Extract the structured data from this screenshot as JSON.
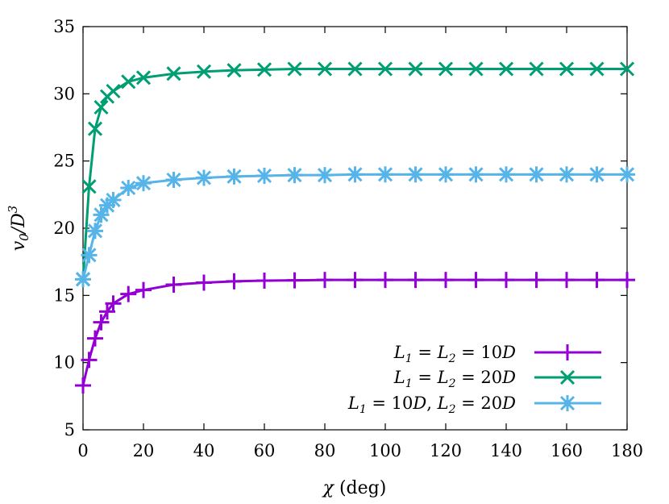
{
  "chart_data": {
    "type": "line",
    "xlabel": "χ (deg)",
    "ylabel": "v0/D3",
    "xlim": [
      0,
      180
    ],
    "ylim": [
      5,
      35
    ],
    "xticks": [
      0,
      20,
      40,
      60,
      80,
      100,
      120,
      140,
      160,
      180
    ],
    "yticks": [
      5,
      10,
      15,
      20,
      25,
      30,
      35
    ],
    "grid": false,
    "legend_position": "bottom-right",
    "series": [
      {
        "name": "L1 = L2 = 10D",
        "color": "#9400d3",
        "marker": "plus",
        "x": [
          0,
          2,
          4,
          6,
          8,
          10,
          15,
          20,
          30,
          40,
          50,
          60,
          70,
          80,
          90,
          100,
          110,
          120,
          130,
          140,
          150,
          160,
          170,
          180
        ],
        "y": [
          8.3,
          10.2,
          11.8,
          13.0,
          13.8,
          14.4,
          15.1,
          15.4,
          15.8,
          15.95,
          16.05,
          16.1,
          16.12,
          16.15,
          16.15,
          16.15,
          16.15,
          16.15,
          16.15,
          16.15,
          16.15,
          16.15,
          16.15,
          16.15
        ]
      },
      {
        "name": "L1 = L2 = 20D",
        "color": "#009e73",
        "marker": "cross",
        "x": [
          0,
          2,
          4,
          6,
          8,
          10,
          15,
          20,
          30,
          40,
          50,
          60,
          70,
          80,
          90,
          100,
          110,
          120,
          130,
          140,
          150,
          160,
          170,
          180
        ],
        "y": [
          16.2,
          23.1,
          27.4,
          29.0,
          29.8,
          30.2,
          30.9,
          31.2,
          31.5,
          31.65,
          31.75,
          31.8,
          31.85,
          31.85,
          31.85,
          31.85,
          31.85,
          31.85,
          31.85,
          31.85,
          31.85,
          31.85,
          31.85,
          31.85
        ]
      },
      {
        "name": "L1 = 10D, L2 = 20D",
        "color": "#56b4e9",
        "marker": "star",
        "x": [
          0,
          2,
          4,
          6,
          8,
          10,
          15,
          20,
          30,
          40,
          50,
          60,
          70,
          80,
          90,
          100,
          110,
          120,
          130,
          140,
          150,
          160,
          170,
          180
        ],
        "y": [
          16.2,
          18.0,
          19.8,
          21.0,
          21.7,
          22.1,
          23.0,
          23.35,
          23.6,
          23.75,
          23.85,
          23.9,
          23.95,
          23.95,
          24.0,
          24.0,
          24.0,
          24.0,
          24.0,
          24.0,
          24.0,
          24.0,
          24.0,
          24.0
        ]
      }
    ]
  }
}
